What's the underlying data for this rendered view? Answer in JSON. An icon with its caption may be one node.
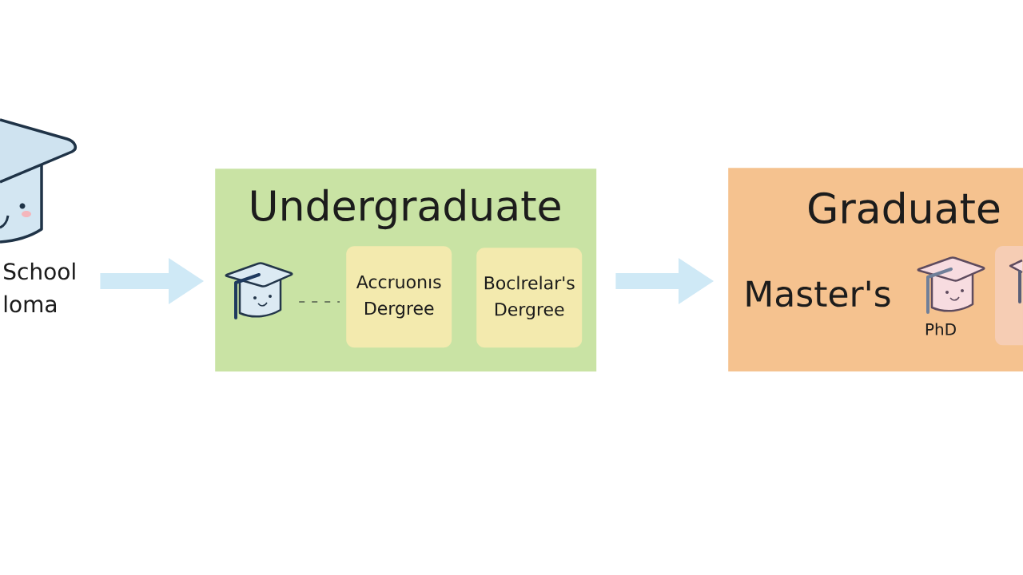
{
  "diagram": {
    "nodes": [
      {
        "text": [
          "School loma"
        ]
      },
      {
        "text": [
          "Undergraduate"
        ]
      },
      {
        "text": [],
        "shape": "picture",
        "in": 1
      },
      {
        "text": [
          "Accruonıs Dergree"
        ],
        "in": 1
      },
      {
        "text": [
          "Boclrelar's Dergree"
        ],
        "in": 1
      },
      {
        "text": [
          "Graduate",
          "Master's",
          "PhD"
        ]
      },
      {
        "text": [],
        "shape": "box",
        "in": 5
      }
    ],
    "edges": [
      {
        "from": 0,
        "to": 1,
        "arrow": "to"
      },
      {
        "from": 2,
        "to": 3,
        "arrow": "none",
        "style": "dashed",
        "color": "#6f7d62"
      },
      {
        "from": 1,
        "to": 5,
        "arrow": "to"
      }
    ]
  }
}
